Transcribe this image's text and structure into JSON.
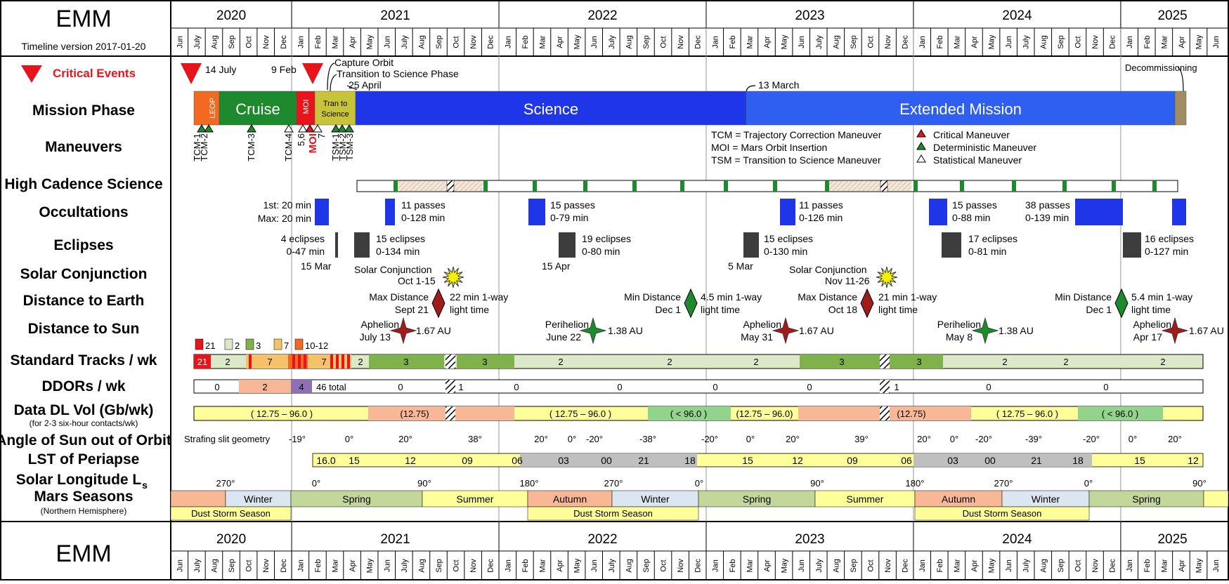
{
  "program": "EMM",
  "timeline_version": "Timeline version 2017-01-20",
  "years": [
    "2020",
    "2021",
    "2022",
    "2023",
    "2024",
    "2025"
  ],
  "months": [
    "Jun",
    "July",
    "Aug",
    "Sep",
    "Oct",
    "Nov",
    "Dec",
    "Jan",
    "Feb",
    "Mar",
    "Apr",
    "May",
    "Jun",
    "July",
    "Aug",
    "Sep",
    "Oct",
    "Nov",
    "Dec",
    "Jan",
    "Feb",
    "Mar",
    "Apr",
    "May",
    "Jun",
    "July",
    "Aug",
    "Sep",
    "Oct",
    "Nov",
    "Dec",
    "Jan",
    "Feb",
    "Mar",
    "Apr",
    "May",
    "Jun",
    "July",
    "Aug",
    "Sep",
    "Oct",
    "Nov",
    "Dec",
    "Jan",
    "Feb",
    "Mar",
    "Apr",
    "May",
    "Jun",
    "July",
    "Aug",
    "Sep",
    "Oct",
    "Nov",
    "Dec",
    "Jan",
    "Feb",
    "Mar",
    "Apr",
    "May",
    "Jun"
  ],
  "row_labels": {
    "critical_events": "Critical Events",
    "mission_phase": "Mission Phase",
    "maneuvers": "Maneuvers",
    "high_cadence": "High Cadence Science",
    "occultations": "Occultations",
    "eclipses": "Eclipses",
    "solar_conjunction": "Solar Conjunction",
    "distance_earth": "Distance to Earth",
    "distance_sun": "Distance to Sun",
    "standard_tracks": "Standard Tracks / wk",
    "ddors": "DDORs / wk",
    "data_dl": "Data DL Vol (Gb/wk)",
    "data_dl_sub": "(for 2-3 six-hour contacts/wk)",
    "angle_sun": "Angle of Sun out of Orbit",
    "lst": "LST of Periapse",
    "solar_long": "Solar Longitude L",
    "solar_long_sub": "s",
    "mars_seasons": "Mars Seasons",
    "mars_seasons_sub": "(Northern Hemisphere)"
  },
  "critical_events": {
    "date_14july": "14 July",
    "date_9feb": "9 Feb",
    "capture_orbit": "Capture Orbit",
    "transition": "Transition to Science Phase",
    "date_25april": "25 April",
    "date_13march": "13 March",
    "decommissioning": "Decommissioning"
  },
  "phases": [
    {
      "label": "LEOP",
      "color": "#f06a22"
    },
    {
      "label": "Cruise",
      "color": "#1e8a2e"
    },
    {
      "label": "MOI",
      "color": "#e8141c"
    },
    {
      "label": "Tran to Science",
      "color": "#c8c43a"
    },
    {
      "label": "Science",
      "color": "#1f36e8"
    },
    {
      "label": "Extended Mission",
      "color": "#2f5ff0"
    },
    {
      "label": "",
      "color": "#a08c60"
    }
  ],
  "maneuvers": {
    "labels": [
      "TCM-1",
      "TCM-2",
      "TCM-3",
      "TCM-4",
      "5,6",
      "MOI",
      "7",
      "TSM-1",
      "TSM-2",
      "TSM-3"
    ],
    "legend_defs": [
      "TCM = Trajectory Correction Maneuver",
      "MOI = Mars Orbit Insertion",
      "TSM = Transition to Science Maneuver"
    ],
    "legend_types": [
      "Critical Maneuver",
      "Deterministic Maneuver",
      "Statistical Maneuver"
    ],
    "colors": {
      "critical": "#e8141c",
      "deterministic": "#1e8a2e",
      "statistical": "#ffffff"
    }
  },
  "occultations": {
    "first": "1st: 20 min",
    "max": "Max: 20 min",
    "p1a": "11 passes",
    "p1b": "0-128 min",
    "p2a": "15 passes",
    "p2b": "0-79 min",
    "p3a": "11 passes",
    "p3b": "0-126 min",
    "p4a": "15 passes",
    "p4b": "0-88 min",
    "p5a": "38 passes",
    "p5b": "0-139 min"
  },
  "eclipses": {
    "e0a": "4 eclipses",
    "e0b": "0-47 min",
    "e1a": "15 eclipses",
    "e1b": "0-134 min",
    "e2a": "19 eclipses",
    "e2b": "0-80 min",
    "e3a": "15 eclipses",
    "e3b": "0-130 min",
    "e4a": "17 eclipses",
    "e4b": "0-81 min",
    "e5a": "16 eclipses",
    "e5b": "0-127 min",
    "d15mar": "15 Mar",
    "d15apr": "15 Apr",
    "d5mar": "5 Mar"
  },
  "solar_conjunction": {
    "c1a": "Solar Conjunction",
    "c1b": "Oct 1-15",
    "c2a": "Solar Conjunction",
    "c2b": "Nov 11-26"
  },
  "distance_earth": {
    "max1": "Max Distance",
    "max1d": "Sept 21",
    "max1t": "22 min 1-way",
    "max1l": "light time",
    "min1": "Min Distance",
    "min1d": "Dec 1",
    "min1t": "4.5 min 1-way",
    "min1l": "light time",
    "max2": "Max Distance",
    "max2d": "Oct 18",
    "max2t": "21 min 1-way",
    "max2l": "light time",
    "min2": "Min Distance",
    "min2d": "Dec 1",
    "min2t": "5.4 min 1-way",
    "min2l": "light time"
  },
  "distance_sun": {
    "a1": "Aphelion",
    "a1d": "July 13",
    "a1v": "1.67 AU",
    "p1": "Perihelion",
    "p1d": "June 22",
    "p1v": "1.38 AU",
    "a2": "Aphelion",
    "a2d": "May 31",
    "a2v": "1.67 AU",
    "p2": "Perihelion",
    "p2d": "May 8",
    "p2v": "1.38 AU",
    "a3": "Aphelion",
    "a3d": "Apr 17",
    "a3v": "1.67 AU"
  },
  "tracks_legend": [
    {
      "label": "21",
      "color": "#e8141c"
    },
    {
      "label": "2",
      "color": "#dde8c8"
    },
    {
      "label": "3",
      "color": "#7fb24a"
    },
    {
      "label": "7",
      "color": "#f5c26a"
    },
    {
      "label": "10-12",
      "color": "#f06a22"
    }
  ],
  "tracks_values": [
    "21",
    "2",
    "7",
    "7",
    "2",
    "3",
    "3",
    "2",
    "2",
    "2",
    "3",
    "3",
    "2",
    "2",
    "2"
  ],
  "ddors_values": [
    "0",
    "2",
    "4",
    "46 total",
    "0",
    "1",
    "0",
    "0",
    "0",
    "0",
    "1",
    "0",
    "0"
  ],
  "data_dl_values": [
    "( 12.75 – 96.0 )",
    "(12.75)",
    "( 12.75 – 96.0 )",
    "( < 96.0 )",
    "(12.75 – 96.0)",
    "(12.75)",
    "( 12.75 – 96.0 )",
    "( < 96.0 )"
  ],
  "angle_note": "Strafing slit geometry",
  "angle_values": [
    "-19°",
    "0°",
    "20°",
    "38°",
    "20°",
    "0°",
    "-20°",
    "-38°",
    "-20°",
    "0°",
    "20°",
    "39°",
    "20°",
    "0°",
    "-20°",
    "-39°",
    "-20°",
    "0°",
    "20°"
  ],
  "lst_values": [
    "16.0",
    "15",
    "12",
    "09",
    "06",
    "03",
    "00",
    "21",
    "18",
    "15",
    "12",
    "09",
    "06",
    "03",
    "00",
    "21",
    "18",
    "15",
    "12"
  ],
  "ls_values": [
    "270°",
    "0°",
    "90°",
    "180°",
    "270°",
    "0°",
    "90°",
    "180°",
    "270°",
    "0°",
    "90°"
  ],
  "seasons": [
    "Winter",
    "Spring",
    "Summer",
    "Autumn",
    "Winter",
    "Spring",
    "Summer",
    "Autumn",
    "Winter",
    "Spring"
  ],
  "dust_storm": [
    "Dust Storm Season",
    "Dust Storm Season",
    "Dust Storm Season"
  ],
  "colors": {
    "border": "#000000",
    "critical_red": "#e8141c",
    "science_blue": "#1f36e8",
    "occultation_blue": "#1f36e8",
    "eclipse_gray": "#3c3c3c",
    "autumn": "#f8b896",
    "winter": "#dce6f0",
    "spring": "#c4d79b",
    "summer": "#ffff99",
    "dust": "#ffff99",
    "lst_yellow": "#ffff99",
    "lst_gray": "#bfbfbf",
    "data_yellow": "#ffff99",
    "data_salmon": "#f8b896",
    "data_green": "#92d48c"
  }
}
